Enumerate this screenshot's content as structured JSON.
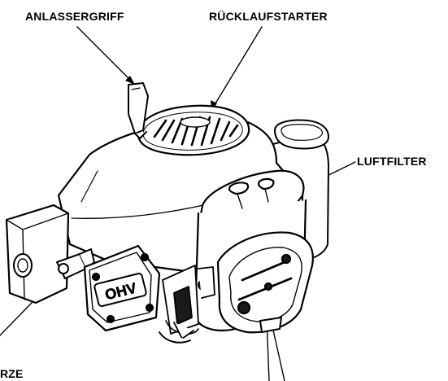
{
  "labels": {
    "starter_grip": "ANLASSERGRIFF",
    "recoil_starter": "RÜCKLAUFSTARTER",
    "air_filter": "LUFTFILTER",
    "spark_plug_partial": "RZE"
  },
  "engine": {
    "cylinder_marking": "OHV"
  },
  "colors": {
    "line": "#000000",
    "fill": "#ffffff",
    "shade": "#1a1a1a"
  }
}
